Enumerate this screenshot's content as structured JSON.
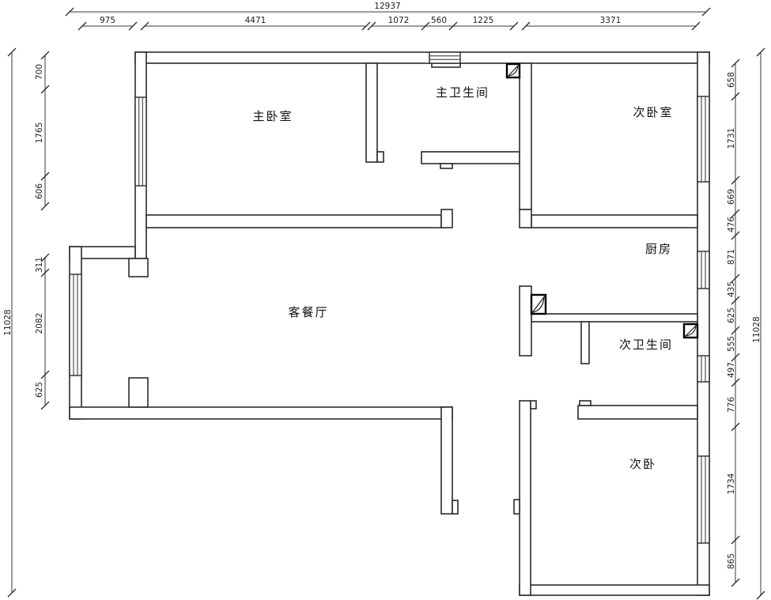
{
  "plan": {
    "rooms": [
      {
        "id": "master-bedroom",
        "label": "主卧室"
      },
      {
        "id": "master-bathroom",
        "label": "主卫生间"
      },
      {
        "id": "second-bedroom",
        "label": "次卧室"
      },
      {
        "id": "kitchen",
        "label": "厨房"
      },
      {
        "id": "living-dining",
        "label": "客餐厅"
      },
      {
        "id": "second-bathroom",
        "label": "次卫生间"
      },
      {
        "id": "second-bedroom-2",
        "label": "次卧"
      }
    ],
    "dims": {
      "top_total": "12937",
      "top_segments": [
        "975",
        "4471",
        "1072",
        "560",
        "1225",
        "3371"
      ],
      "left_total": "11028",
      "left_segments": [
        "700",
        "1765",
        "606",
        "311",
        "2082",
        "625"
      ],
      "right_total": "11028",
      "right_segments": [
        "658",
        "1731",
        "669",
        "476",
        "871",
        "435",
        "625",
        "555",
        "497",
        "776",
        "1734",
        "865"
      ]
    },
    "colors": {
      "line": "#2b2b2b",
      "dim_text": "#1f1f1f",
      "background": "#ffffff"
    }
  }
}
